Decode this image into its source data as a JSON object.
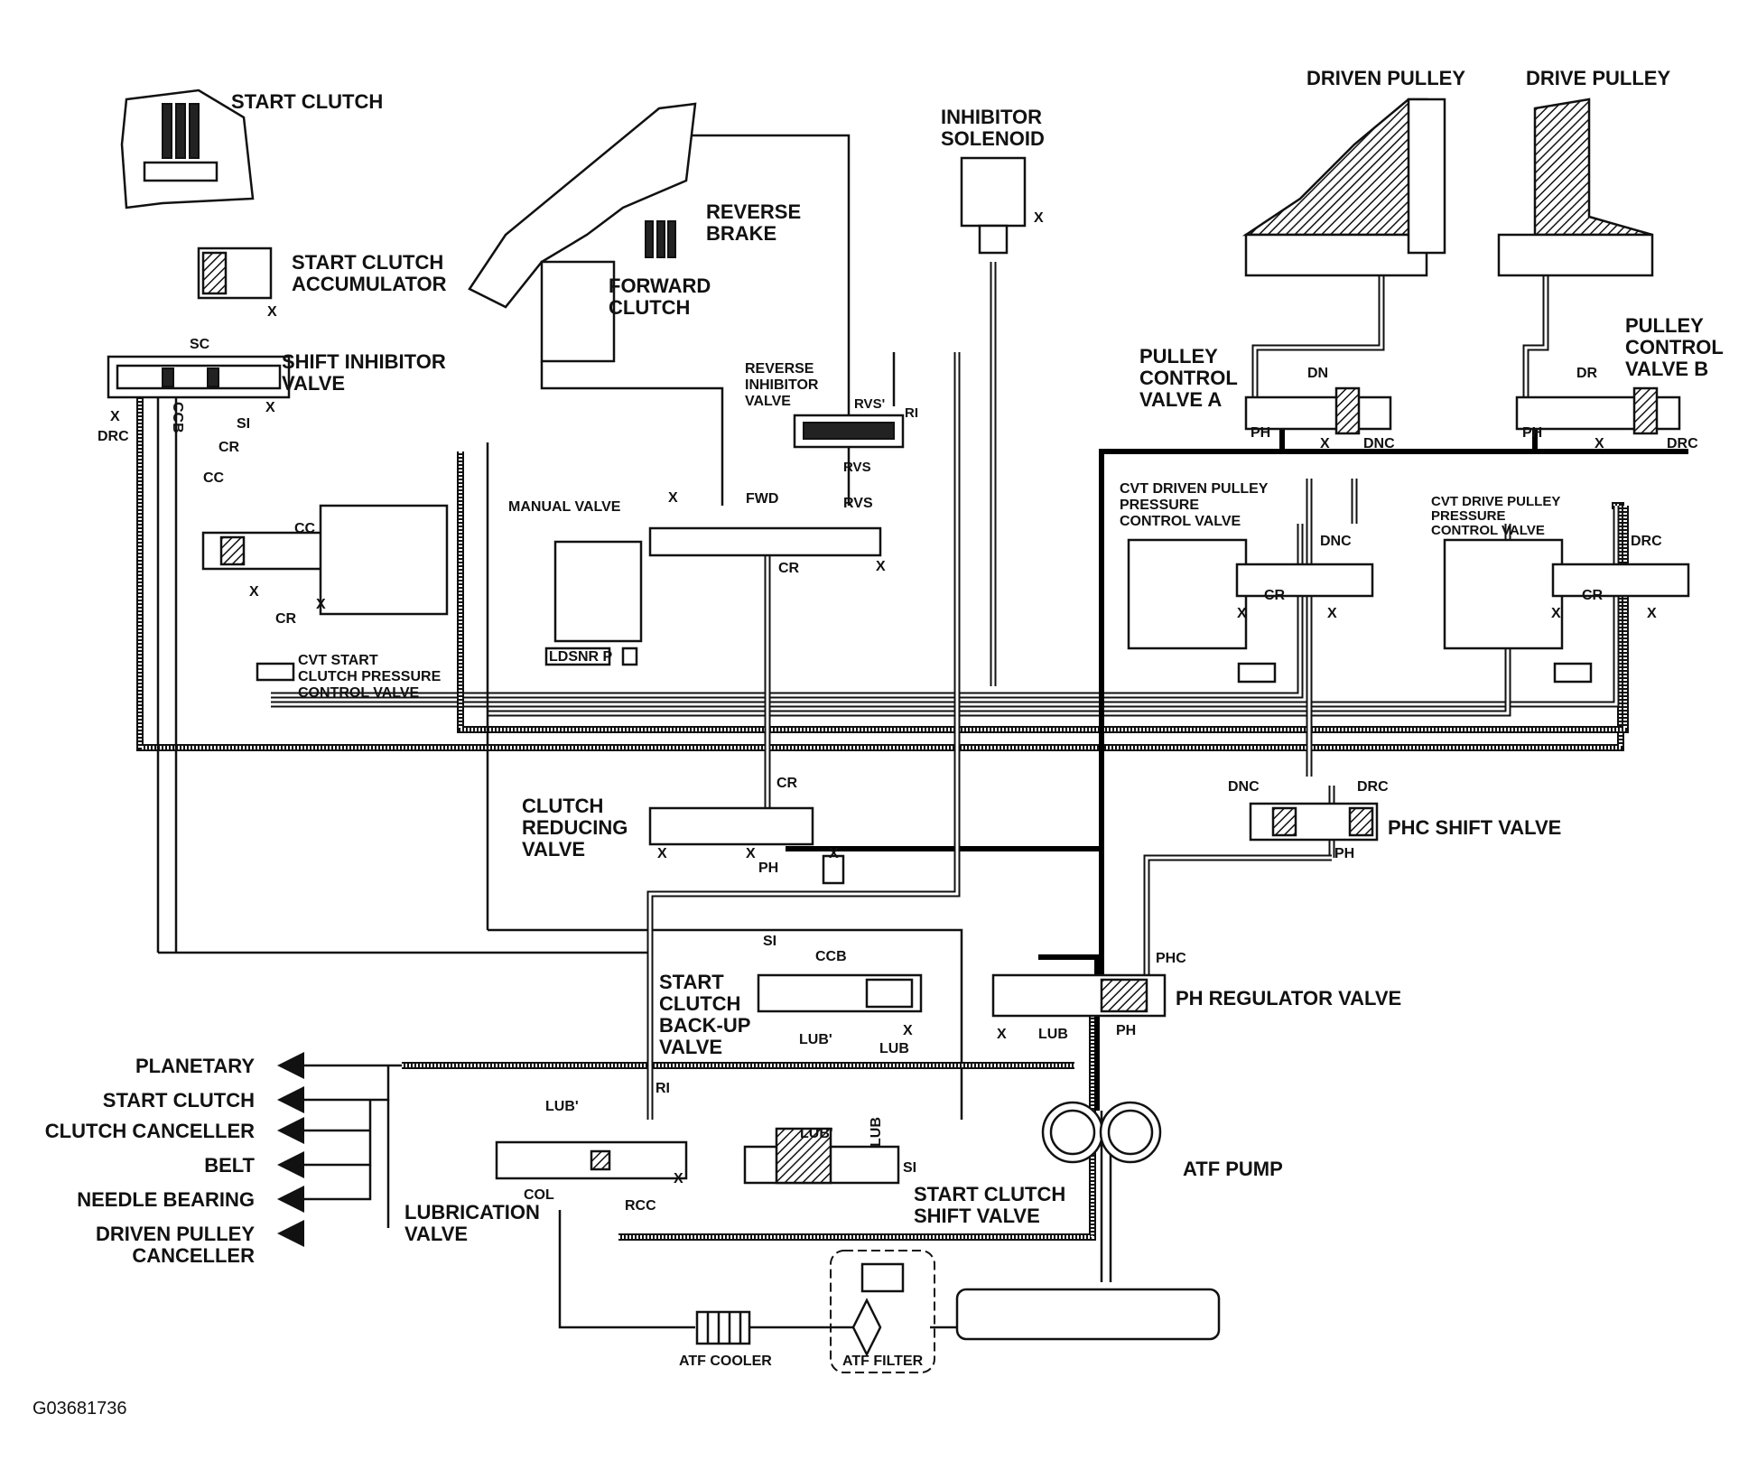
{
  "labels": {
    "start_clutch": "START CLUTCH",
    "start_clutch_accumulator_1": "START CLUTCH",
    "start_clutch_accumulator_2": "ACCUMULATOR",
    "shift_inhibitor_1": "SHIFT INHIBITOR",
    "shift_inhibitor_2": "VALVE",
    "reverse_brake_1": "REVERSE",
    "reverse_brake_2": "BRAKE",
    "forward_clutch_1": "FORWARD",
    "forward_clutch_2": "CLUTCH",
    "inhibitor_solenoid_1": "INHIBITOR",
    "inhibitor_solenoid_2": "SOLENOID",
    "reverse_inhibitor_1": "REVERSE",
    "reverse_inhibitor_2": "INHIBITOR",
    "reverse_inhibitor_3": "VALVE",
    "manual_valve": "MANUAL VALVE",
    "manual_positions": "LDSNR  P",
    "cvt_start_1": "CVT START",
    "cvt_start_2": "CLUTCH PRESSURE",
    "cvt_start_3": "CONTROL VALVE",
    "driven_pulley": "DRIVEN PULLEY",
    "drive_pulley": "DRIVE PULLEY",
    "pulley_a_1": "PULLEY",
    "pulley_a_2": "CONTROL",
    "pulley_a_3": "VALVE A",
    "pulley_b_1": "PULLEY",
    "pulley_b_2": "CONTROL",
    "pulley_b_3": "VALVE B",
    "cvt_driven_1": "CVT DRIVEN PULLEY",
    "cvt_driven_2": "PRESSURE",
    "cvt_driven_3": "CONTROL VALVE",
    "cvt_drive_1": "CVT DRIVE PULLEY",
    "cvt_drive_2": "PRESSURE",
    "cvt_drive_3": "CONTROL VALVE",
    "clutch_reducing_1": "CLUTCH",
    "clutch_reducing_2": "REDUCING",
    "clutch_reducing_3": "VALVE",
    "phc_shift": "PHC SHIFT VALVE",
    "start_backup_1": "START",
    "start_backup_2": "CLUTCH",
    "start_backup_3": "BACK-UP",
    "start_backup_4": "VALVE",
    "ph_regulator": "PH REGULATOR VALVE",
    "atf_pump": "ATF PUMP",
    "start_shift_1": "START CLUTCH",
    "start_shift_2": "SHIFT VALVE",
    "lubrication_1": "LUBRICATION",
    "lubrication_2": "VALVE",
    "atf_cooler": "ATF COOLER",
    "atf_filter": "ATF FILTER",
    "figure_id": "G03681736"
  },
  "outputs": [
    "PLANETARY",
    "START CLUTCH",
    "CLUTCH CANCELLER",
    "BELT",
    "NEEDLE BEARING",
    "DRIVEN PULLEY",
    "CANCELLER"
  ],
  "codes": {
    "sc": "SC",
    "drc": "DRC",
    "ccb": "CCB",
    "si": "SI",
    "cr": "CR",
    "cc": "CC",
    "x": "X",
    "fwd": "FWD",
    "rvs": "RVS",
    "rvs_p": "RVS'",
    "ri": "RI",
    "dn": "DN",
    "dr": "DR",
    "ph": "PH",
    "dnc": "DNC",
    "phc": "PHC",
    "lub": "LUB",
    "lub_p": "LUB'",
    "col": "COL",
    "rcc": "RCC"
  }
}
